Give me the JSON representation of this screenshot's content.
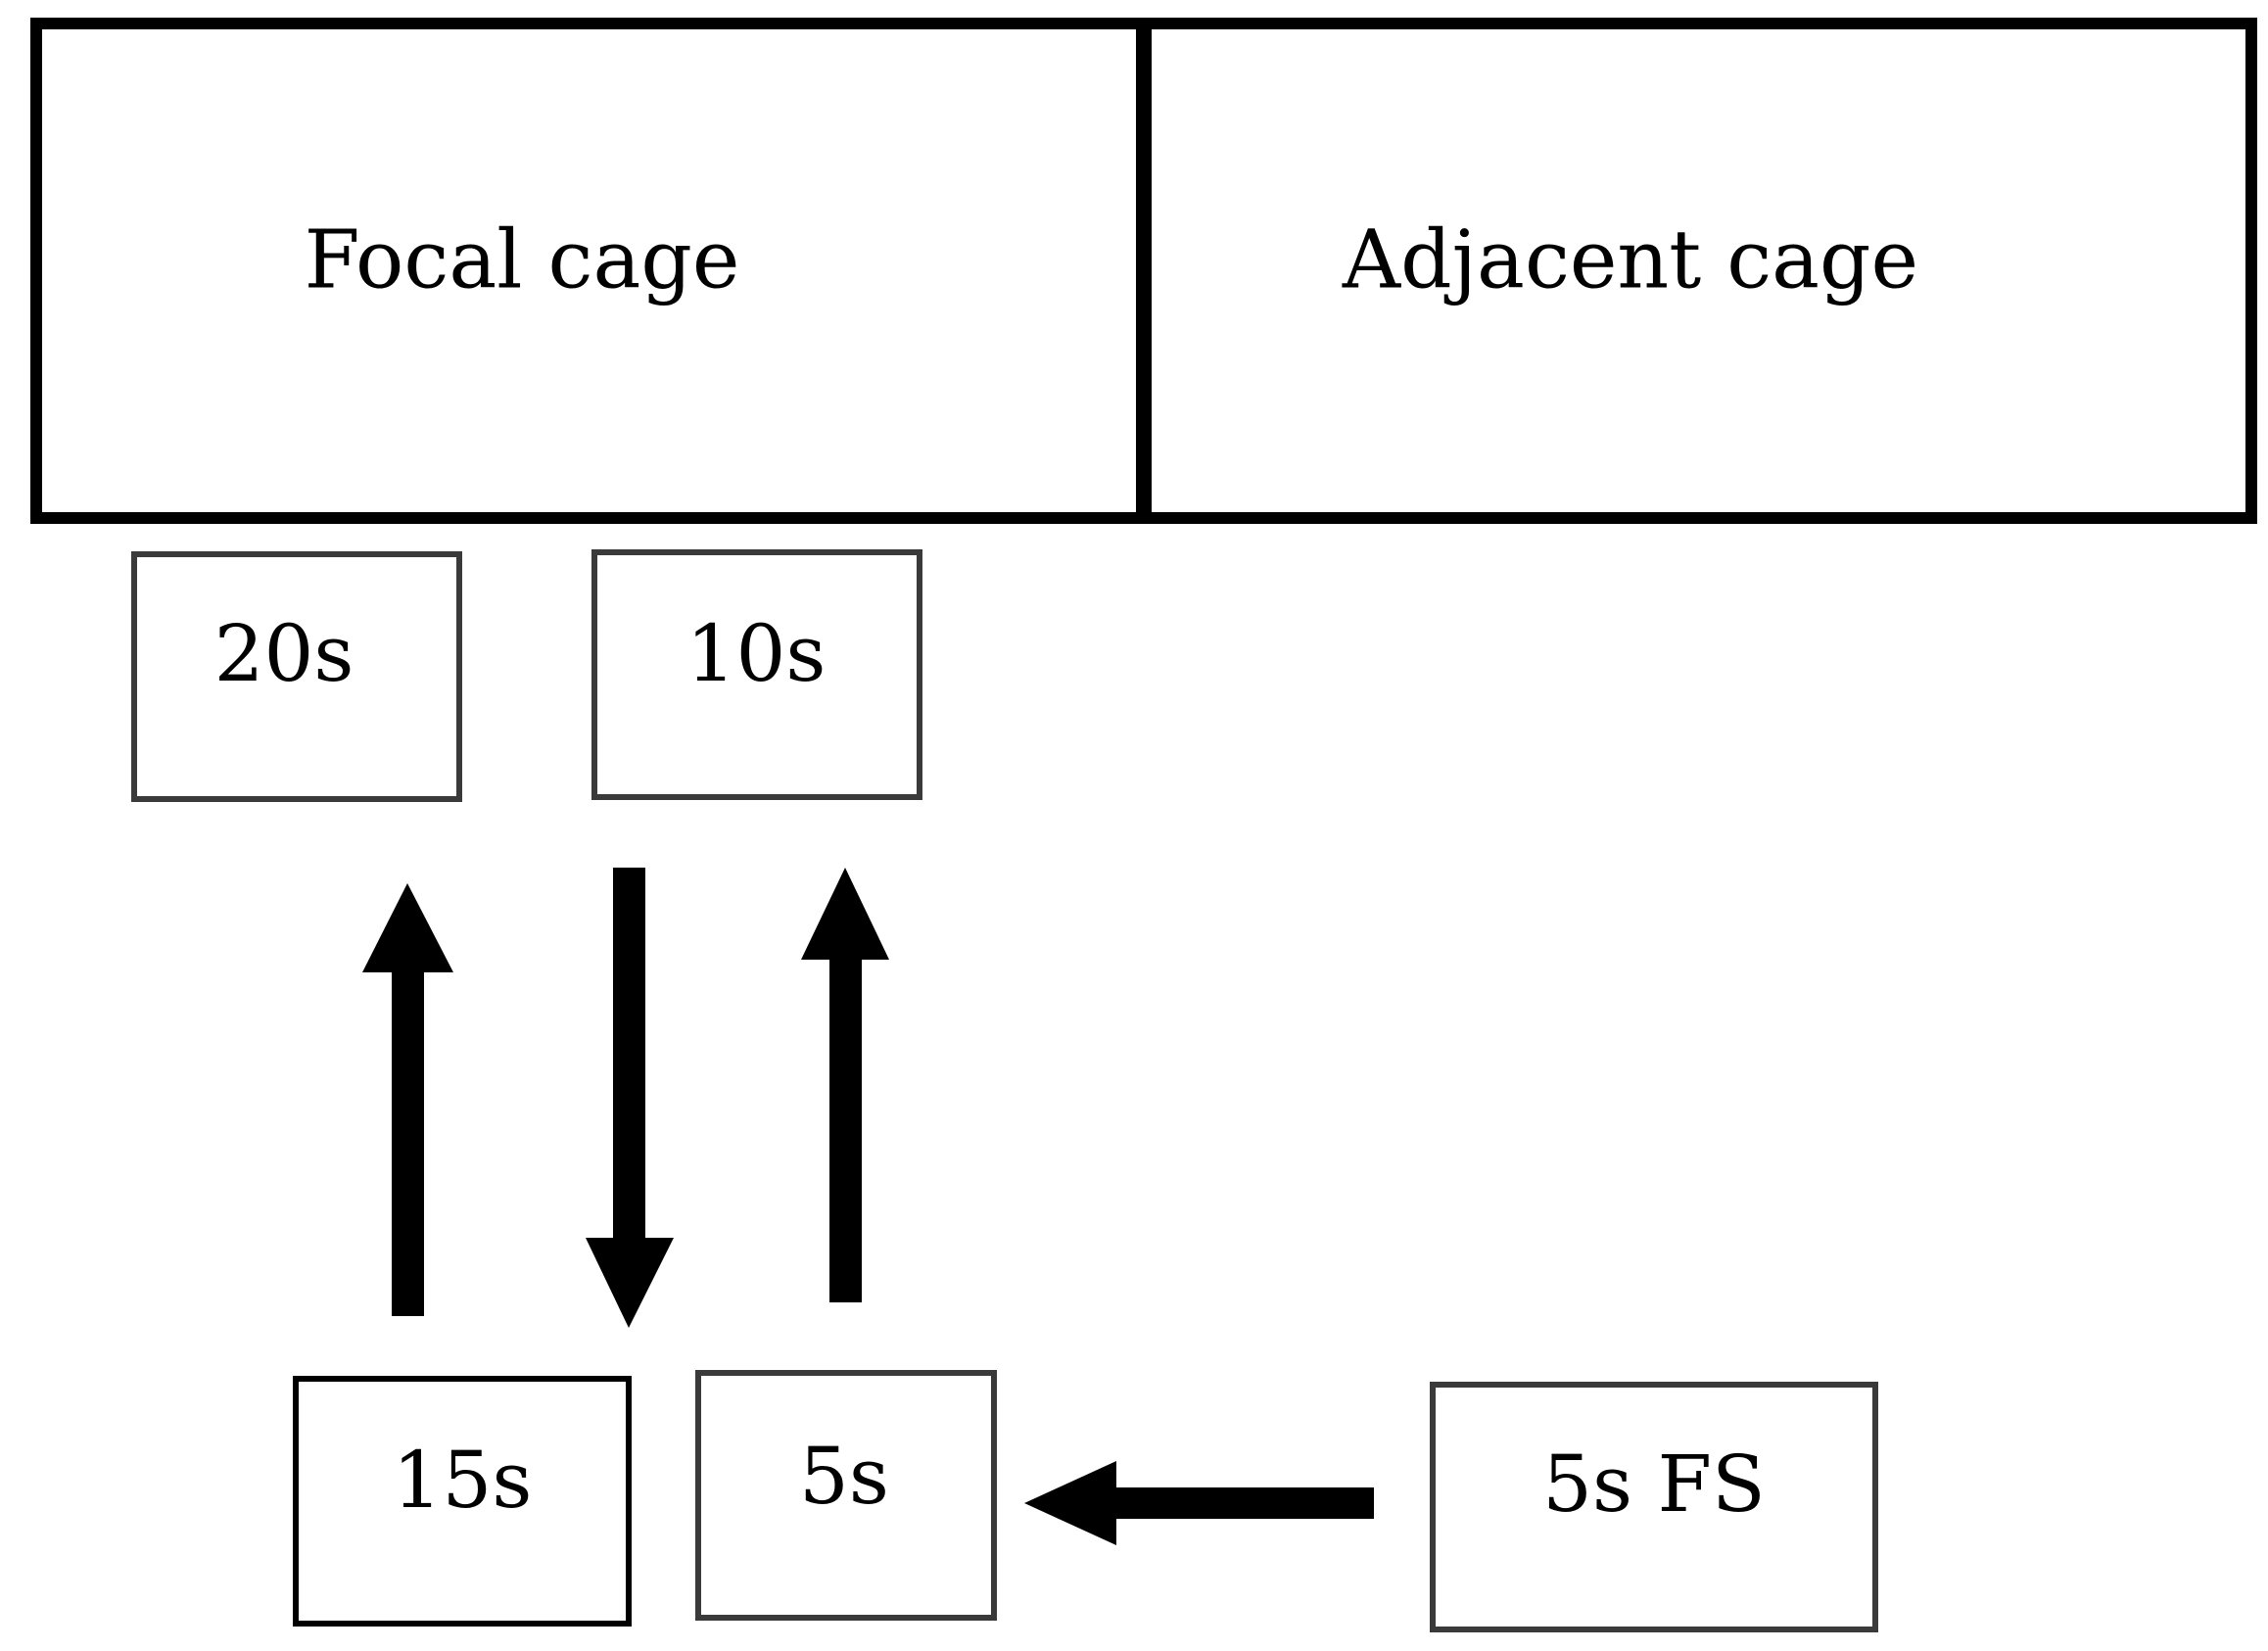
{
  "cages": {
    "focal": "Focal cage",
    "adjacent": "Adjacent cage"
  },
  "boxes": {
    "b20": "20s",
    "b10": "10s",
    "b15": "15s",
    "b5": "5s",
    "b5fs": "5s FS"
  },
  "colors": {
    "stroke": "#000000",
    "box_stroke": "#3a3a3a",
    "background": "#ffffff"
  }
}
